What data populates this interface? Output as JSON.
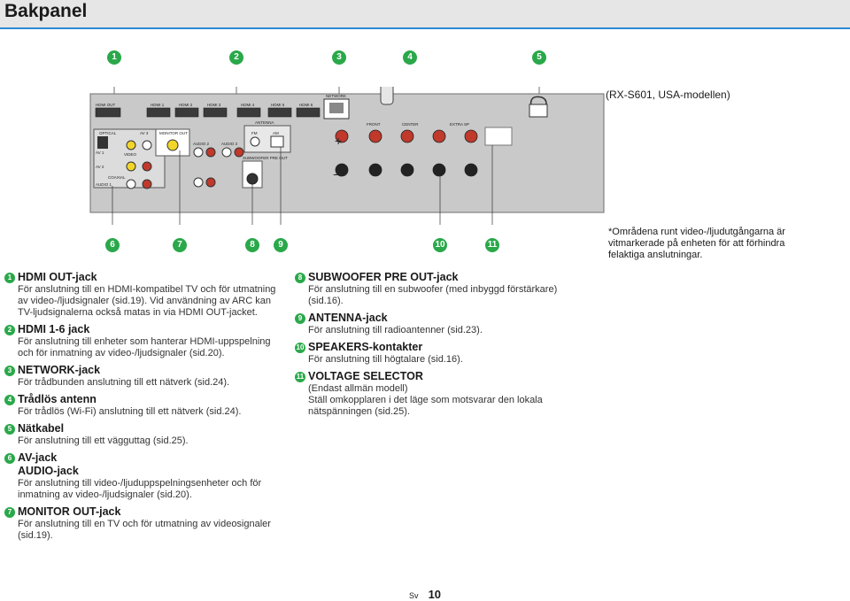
{
  "header": {
    "title": "Bakpanel"
  },
  "callouts_top": [
    "1",
    "2",
    "3",
    "4",
    "5"
  ],
  "callouts_bottom": [
    "6",
    "7",
    "8",
    "9",
    "10",
    "11"
  ],
  "model_note": "(RX-S601, USA-modellen)",
  "star_note": "*Områdena runt video-/ljudutgångarna är vitmarkerade på enheten för att förhindra felaktiga anslutningar.",
  "panel_labels": {
    "hdmi_out": "HDMI OUT",
    "hdmi1": "HDMI 1",
    "hdmi2": "HDMI 2",
    "hdmi3": "HDMI 3",
    "hdmi4": "HDMI 4",
    "hdmi5": "HDMI 5",
    "hdmi6": "HDMI 6",
    "network": "NETWORK",
    "antenna": "ANTENNA",
    "fm": "FM",
    "am": "AM",
    "monitor_out": "MONITOR OUT",
    "subwoofer": "SUBWOOFER PRE OUT",
    "front": "FRONT",
    "center": "CENTER",
    "extra": "EXTRA SP",
    "optical": "OPTICAL",
    "coaxial": "COAXIAL",
    "av1": "AV 1",
    "av2": "AV 2",
    "av3": "AV 3",
    "audio1": "AUDIO 1",
    "audio2": "AUDIO 2",
    "audio3": "AUDIO 3",
    "video": "VIDEO"
  },
  "left_entries": [
    {
      "num": "1",
      "title": "HDMI OUT-jack",
      "desc": "För anslutning till en HDMI-kompatibel TV och för utmatning av video-/ljudsignaler (sid.19). Vid användning av ARC kan TV-ljudsignalerna också matas in via HDMI OUT-jacket."
    },
    {
      "num": "2",
      "title": "HDMI 1-6 jack",
      "desc": "För anslutning till enheter som hanterar HDMI-uppspelning och för inmatning av video-/ljudsignaler (sid.20)."
    },
    {
      "num": "3",
      "title": "NETWORK-jack",
      "desc": "För trådbunden anslutning till ett nätverk (sid.24)."
    },
    {
      "num": "4",
      "title": "Trådlös antenn",
      "desc": "För trådlös (Wi-Fi) anslutning till ett nätverk (sid.24)."
    },
    {
      "num": "5",
      "title": "Nätkabel",
      "desc": "För anslutning till ett vägguttag (sid.25)."
    },
    {
      "num": "6",
      "title": "AV-jack",
      "subtitle": "AUDIO-jack",
      "desc": "För anslutning till video-/ljuduppspelningsenheter och för inmatning av video-/ljudsignaler (sid.20)."
    },
    {
      "num": "7",
      "title": "MONITOR OUT-jack",
      "desc": "För anslutning till en TV och för utmatning av videosignaler (sid.19)."
    }
  ],
  "right_entries": [
    {
      "num": "8",
      "title": "SUBWOOFER PRE OUT-jack",
      "desc": "För anslutning till en subwoofer (med inbyggd förstärkare) (sid.16)."
    },
    {
      "num": "9",
      "title": "ANTENNA-jack",
      "desc": "För anslutning till radioantenner (sid.23)."
    },
    {
      "num": "10",
      "title": "SPEAKERS-kontakter",
      "desc": "För anslutning till högtalare (sid.16)."
    },
    {
      "num": "11",
      "title": "VOLTAGE SELECTOR",
      "subtitle_plain": "(Endast allmän modell)",
      "desc": "Ställ omkopplaren i det läge som motsvarar den lokala nätspänningen (sid.25)."
    }
  ],
  "footer": {
    "lang": "Sv",
    "page": "10"
  }
}
